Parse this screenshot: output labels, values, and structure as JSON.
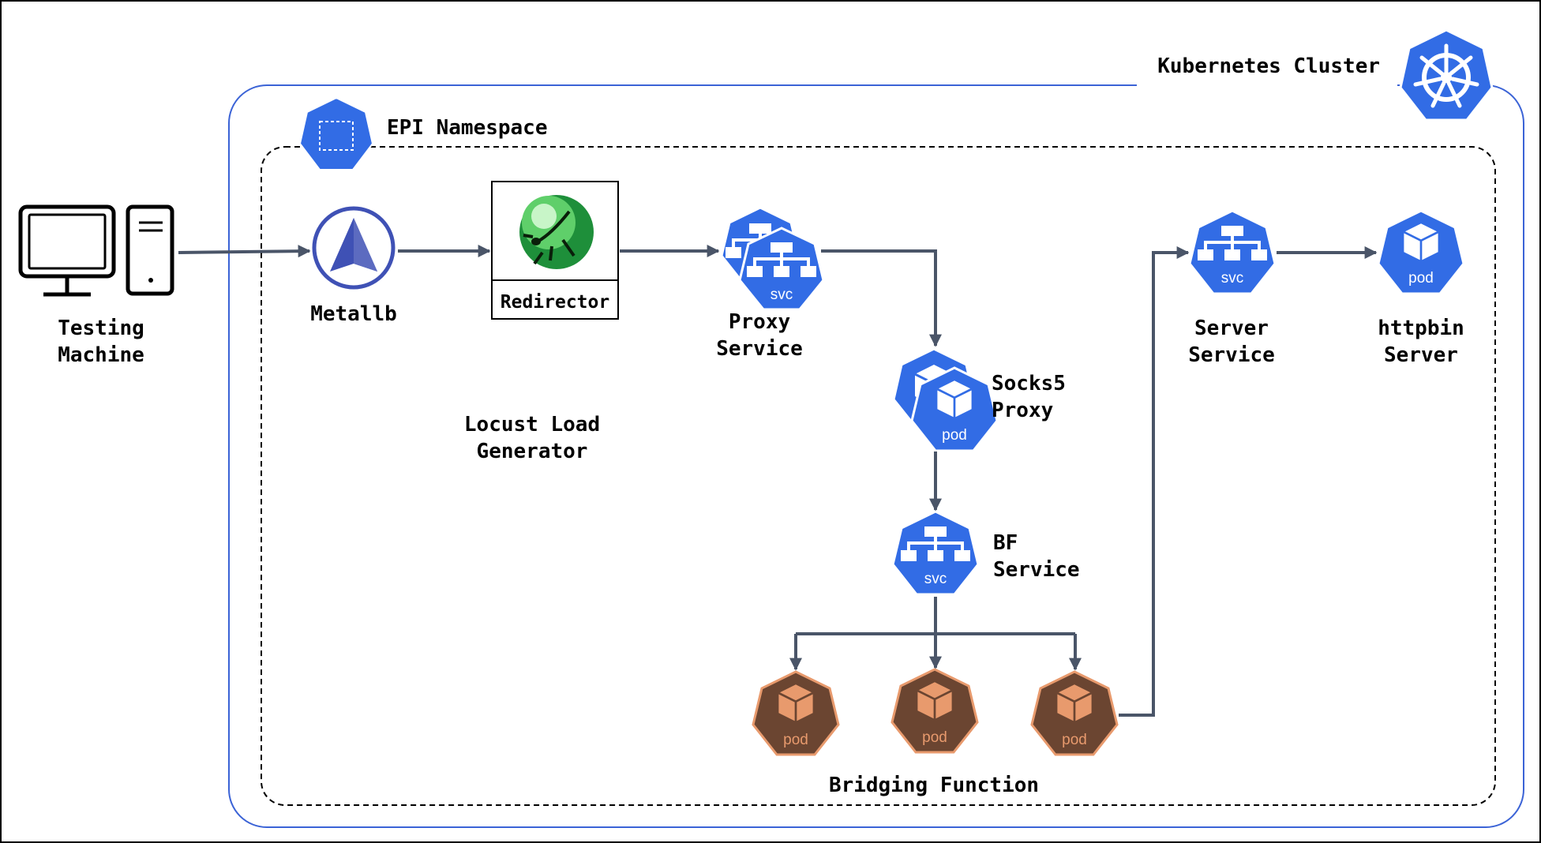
{
  "colors": {
    "k8s_blue": "#326ce5",
    "bf_brown": "#6b4531",
    "bf_orange": "#e89a6d",
    "arrow": "#4a5568",
    "cluster_border": "#3b63d6"
  },
  "cluster": {
    "title": "Kubernetes Cluster",
    "icon": "kubernetes-helm-icon"
  },
  "namespace": {
    "title": "EPI Namespace",
    "icon": "namespace-icon"
  },
  "nodes": {
    "testing_machine": {
      "line1": "Testing",
      "line2": "Machine",
      "icon": "computer-icon"
    },
    "metallb": {
      "label": "Metallb",
      "icon": "metallb-icon"
    },
    "redirector": {
      "label": "Redirector",
      "icon": "mosquitto-icon"
    },
    "proxy_service": {
      "line1": "Proxy",
      "line2": "Service",
      "badge": "svc"
    },
    "socks5_proxy": {
      "line1": "Socks5",
      "line2": "Proxy",
      "badge": "pod"
    },
    "bf_service": {
      "line1": "BF",
      "line2": "Service",
      "badge": "svc"
    },
    "server_service": {
      "line1": "Server",
      "line2": "Service",
      "badge": "svc"
    },
    "httpbin_server": {
      "line1": "httpbin",
      "line2": "Server",
      "badge": "pod"
    },
    "locust": {
      "line1": "Locust Load",
      "line2": "Generator"
    },
    "bridging": {
      "label": "Bridging Function",
      "badge": "pod"
    }
  }
}
